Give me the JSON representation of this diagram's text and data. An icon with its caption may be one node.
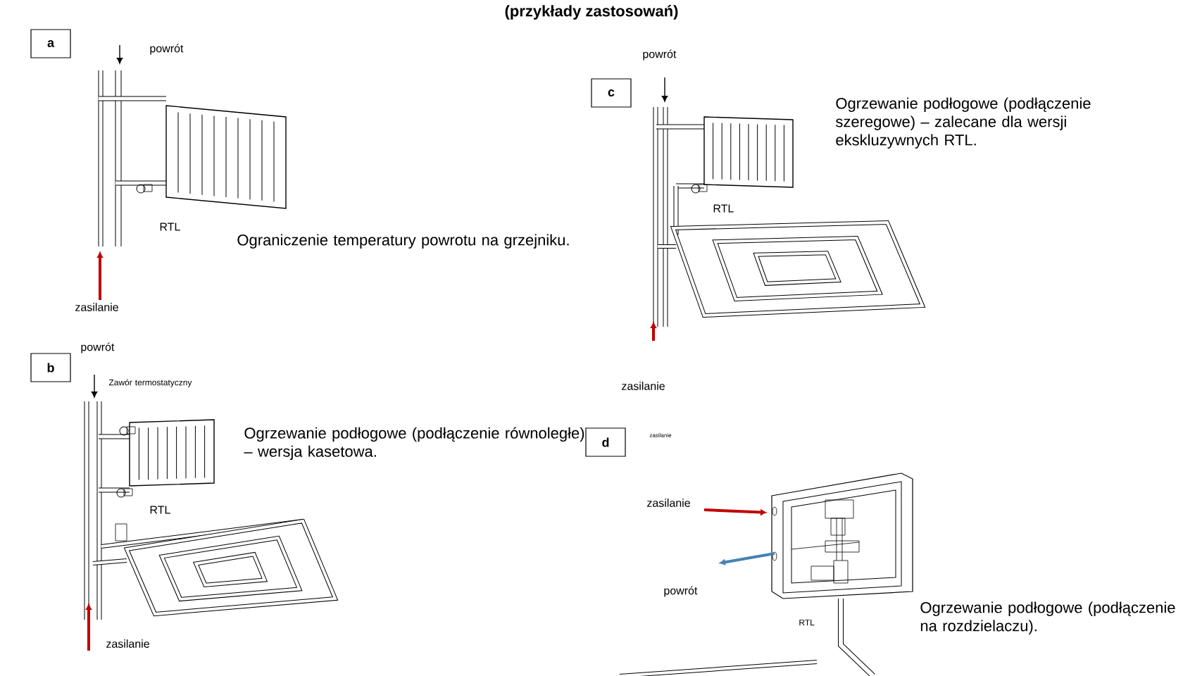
{
  "diagram": {
    "title": "(przykłady zastosowań)",
    "nodes": [
      {
        "text": [
          "a"
        ]
      },
      {
        "text": [
          "c"
        ]
      },
      {
        "text": [
          "b"
        ]
      },
      {
        "text": [
          "d"
        ]
      }
    ],
    "labels": [
      "powrót",
      "RTL",
      "Ograniczenie temperatury powrotu na grzejniku.",
      "zasilanie",
      "powrót",
      "Ogrzewanie podłogowe (podłączenie szeregowe) – zalecane dla wersji ekskluzywnych RTL.",
      "RTL",
      "zasilanie",
      "powrót",
      "Zawór termostatyczny",
      "Ogrzewanie podłogowe (podłączenie równoległe) – wersja kasetowa.",
      "RTL",
      "zasilanie",
      "zasilanie",
      "zasilanie",
      "powrót",
      "RTL",
      "Ogrzewanie podłogowe (podłączenie na rozdzielaczu)."
    ]
  }
}
